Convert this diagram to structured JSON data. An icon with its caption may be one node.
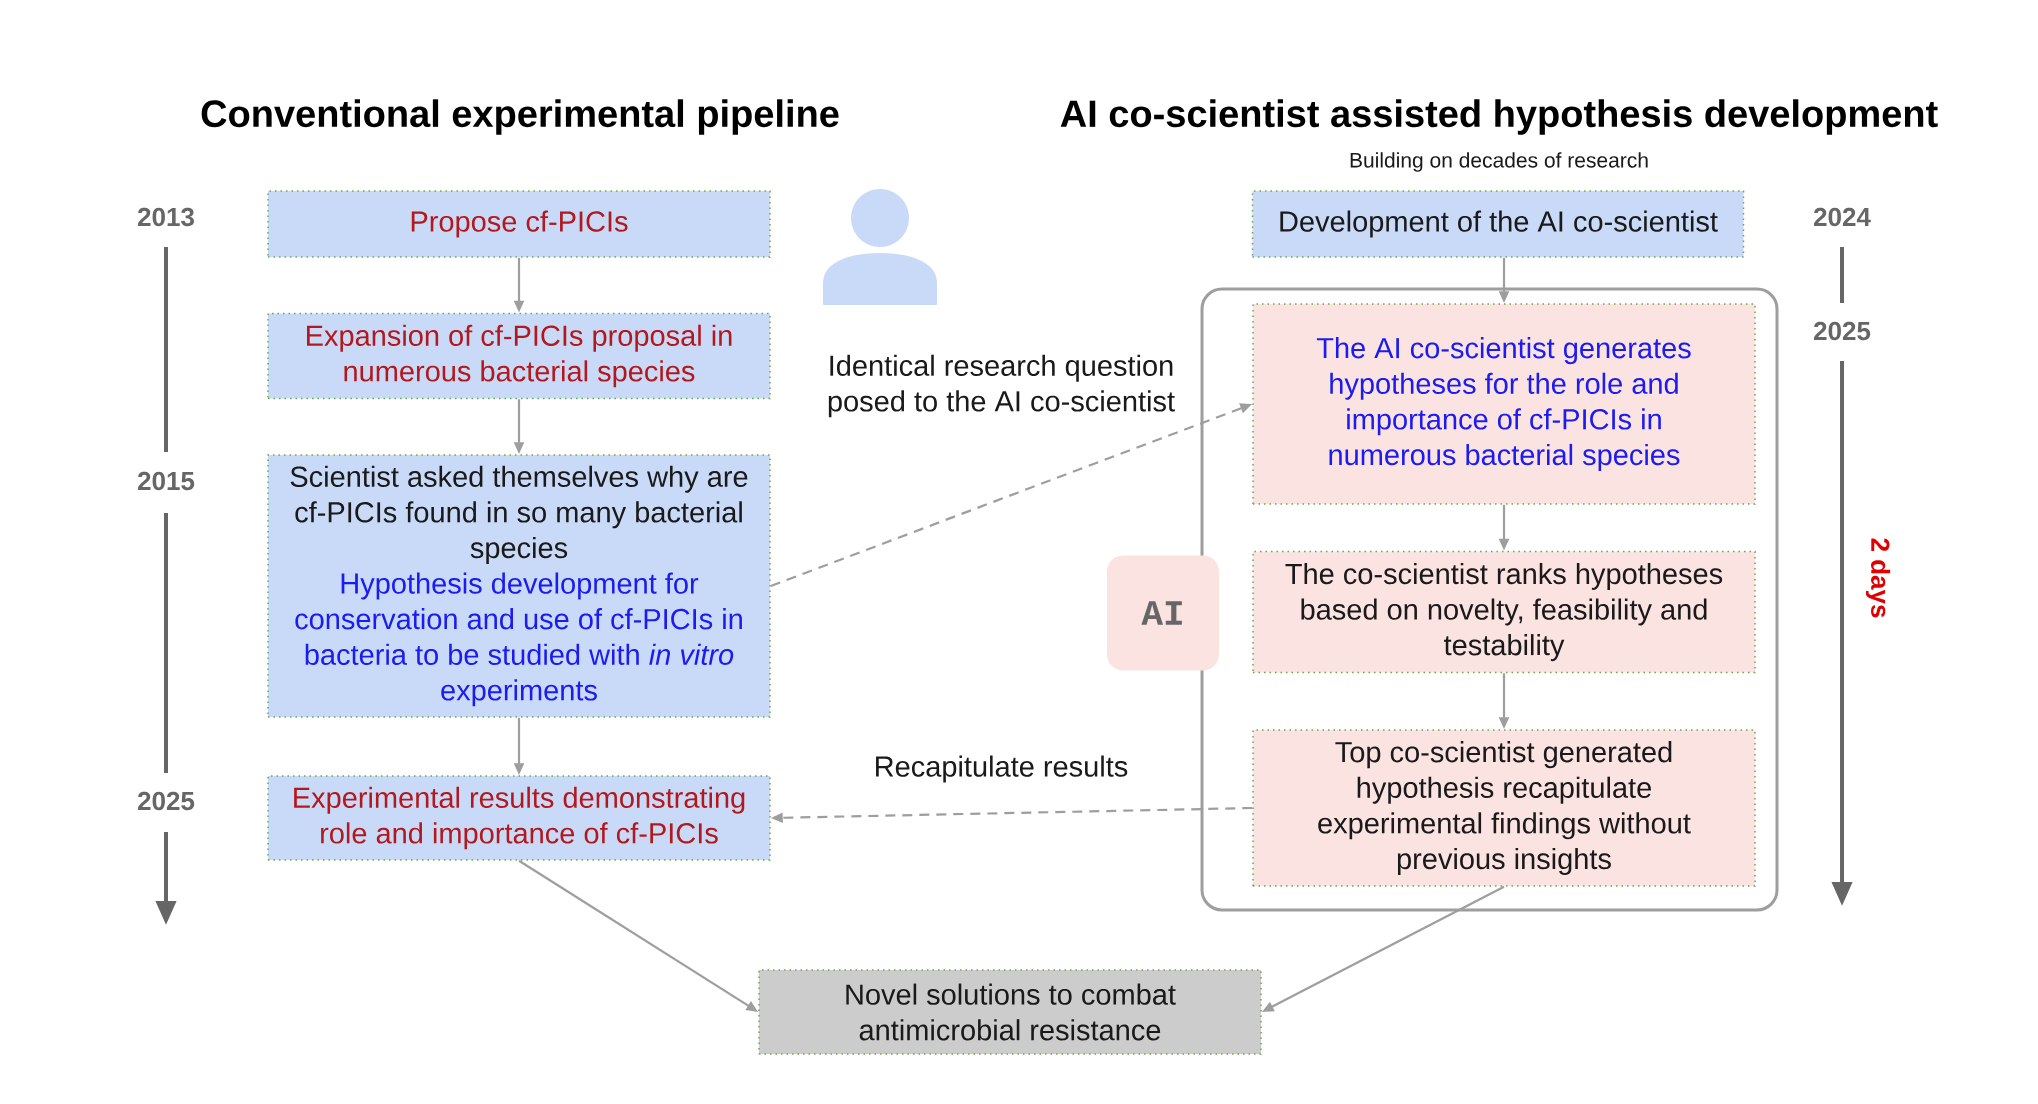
{
  "diagram": {
    "nodes": [
      {
        "text": [
          "Propose cf-PICIs"
        ]
      },
      {
        "text": [
          "Expansion of cf-PICIs proposal in numerous bacterial species"
        ]
      },
      {
        "text": [
          "Scientist asked themselves why are cf-PICIs found in so many bacterial species",
          "Hypothesis development for conservation and use of cf-PICIs in bacteria to be studied with *in vitro* experiments"
        ]
      },
      {
        "text": [
          "Experimental results demonstrating role and importance of cf-PICIs"
        ]
      },
      {
        "text": [
          "Development of the AI co-scientist"
        ]
      },
      {
        "text": [],
        "shape": "box"
      },
      {
        "text": [
          "The AI co-scientist generates hypotheses for the role and importance of cf-PICIs in numerous bacterial species"
        ],
        "in": 5
      },
      {
        "text": [
          "AI"
        ]
      },
      {
        "text": [
          "The co-scientist ranks hypotheses based on novelty, feasibility and testability"
        ],
        "in": 5
      },
      {
        "text": [
          "Top co-scientist generated hypothesis recapitulate experimental findings without previous insights"
        ],
        "in": 5
      },
      {
        "text": [
          "Novel solutions to combat antimicrobial resistance"
        ]
      }
    ],
    "edges": [
      {
        "from": 0,
        "to": 1,
        "arrow": "to"
      },
      {
        "from": 1,
        "to": 2,
        "arrow": "to"
      },
      {
        "from": 2,
        "to": 3,
        "arrow": "to"
      },
      {
        "from": 2,
        "to": 6,
        "arrow": "to",
        "style": "dashed",
        "label": "Identical research question posed to the AI co-scientist"
      },
      {
        "from": 4,
        "to": 6,
        "arrow": "to"
      },
      {
        "from": 6,
        "to": 8,
        "arrow": "to"
      },
      {
        "from": 8,
        "to": 9,
        "arrow": "to"
      },
      {
        "from": 9,
        "to": 3,
        "arrow": "to",
        "style": "dashed",
        "label": "Recapitulate results"
      },
      {
        "from": 3,
        "to": 10,
        "arrow": "to"
      },
      {
        "from": 9,
        "to": 10,
        "arrow": "to"
      }
    ],
    "labels": [
      "Conventional experimental pipeline",
      "AI co-scientist assisted hypothesis development",
      "Building on decades of research",
      "2013",
      "2024",
      "2025",
      "2015",
      "2 days",
      "2025"
    ]
  }
}
